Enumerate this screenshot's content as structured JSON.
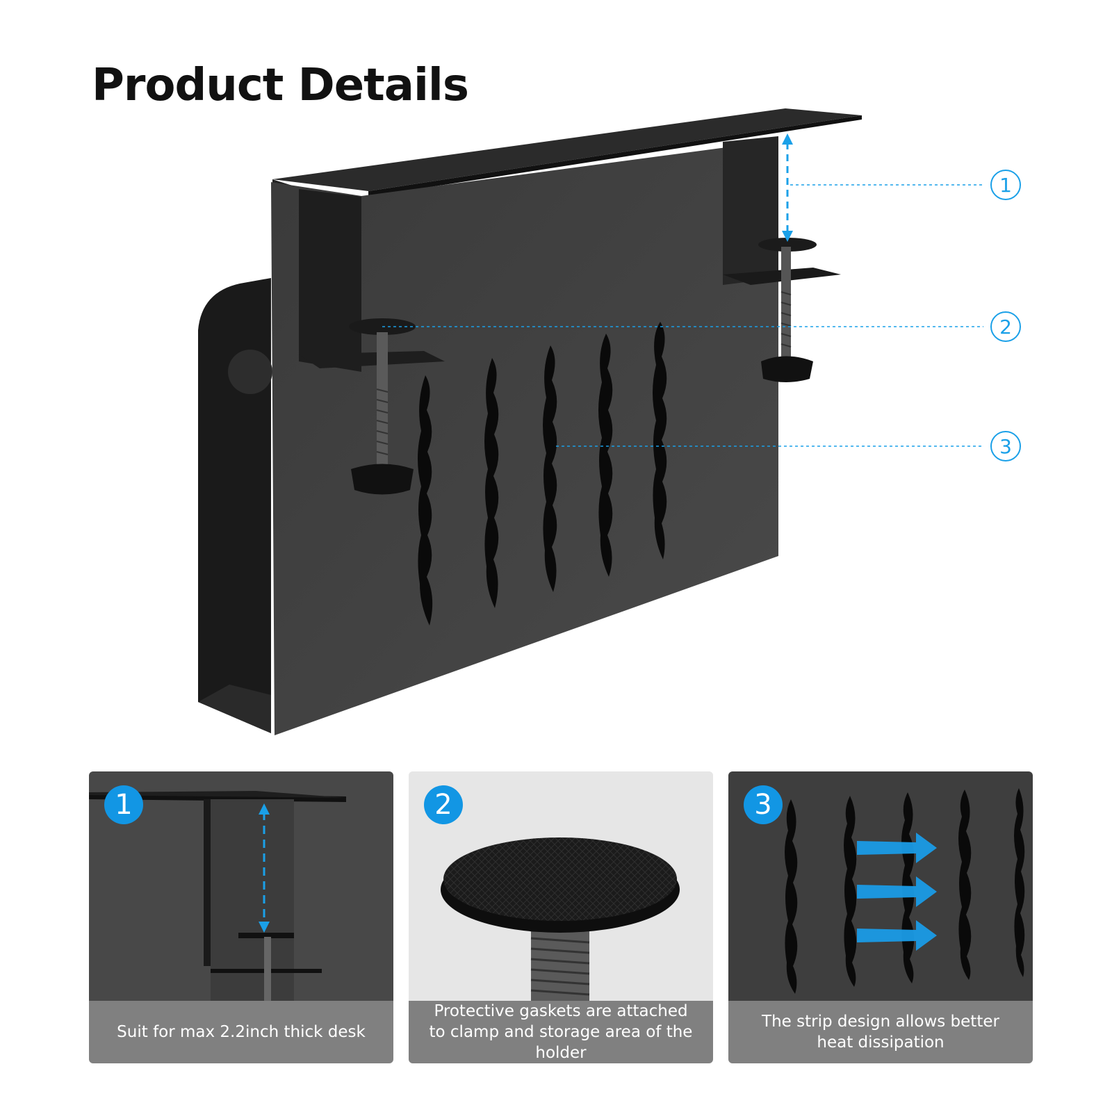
{
  "page": {
    "title": "Product Details",
    "accent_color": "#1aa0e8",
    "badge_color": "#1296e4"
  },
  "hero": {
    "callouts": [
      {
        "label": "1",
        "icon": "circled-number-icon"
      },
      {
        "label": "2",
        "icon": "circled-number-icon"
      },
      {
        "label": "3",
        "icon": "circled-number-icon"
      }
    ]
  },
  "cards": [
    {
      "badge": "1",
      "caption": "Suit for max 2.2inch thick desk",
      "image": "clamp-thickness-closeup"
    },
    {
      "badge": "2",
      "caption": "Protective gaskets are attached to clamp and storage area of the holder",
      "image": "gasket-closeup"
    },
    {
      "badge": "3",
      "caption": "The strip design allows better heat dissipation",
      "image": "ventilation-strips-closeup"
    }
  ]
}
